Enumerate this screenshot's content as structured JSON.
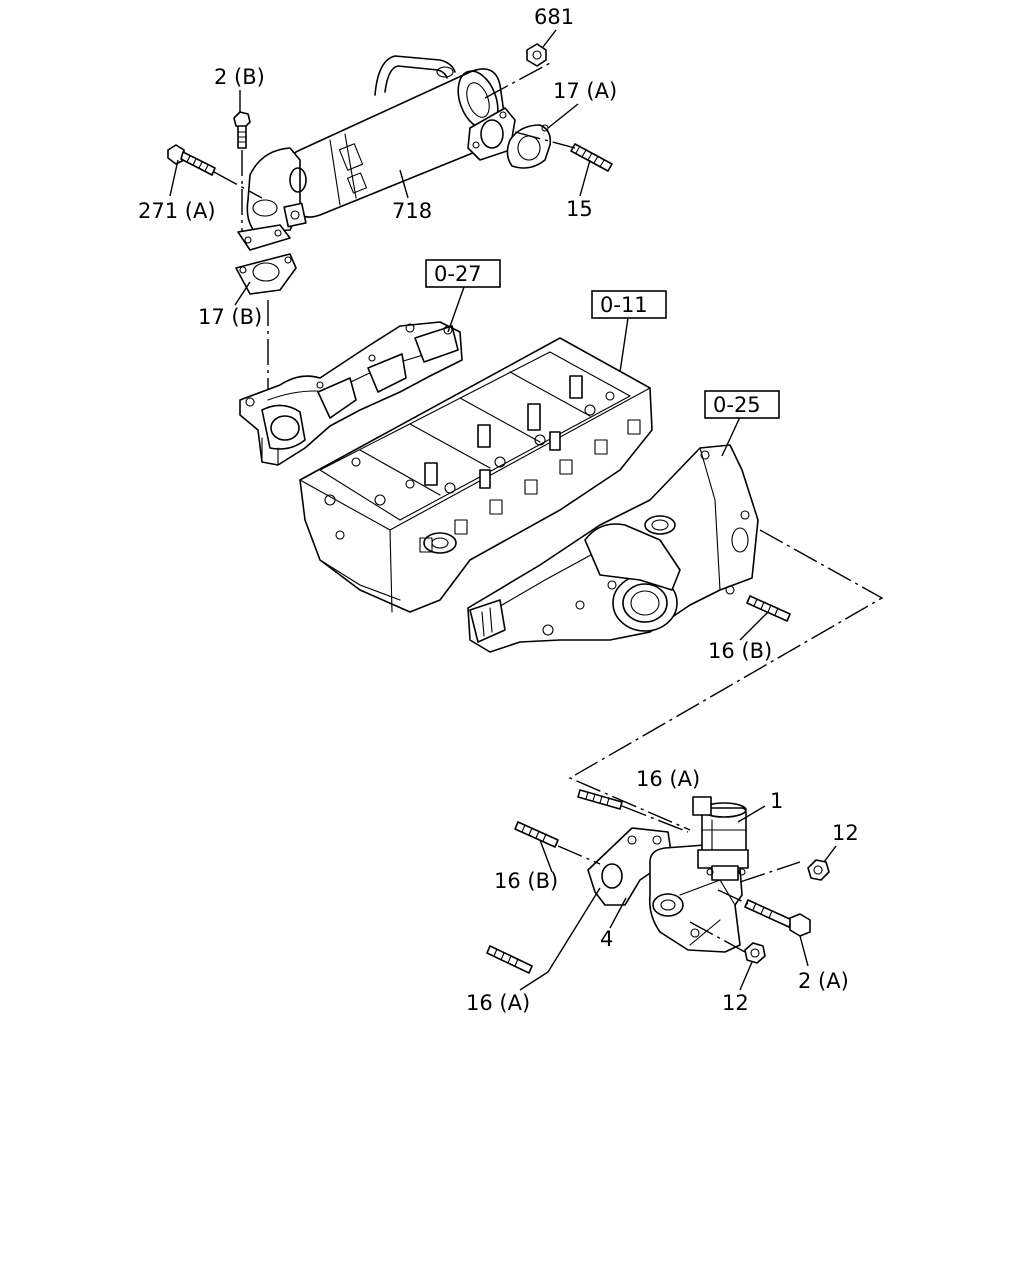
{
  "callouts": {
    "p681": "681",
    "p2b": "2 (B)",
    "p17a": "17 (A)",
    "p271a": "271 (A)",
    "p718": "718",
    "p15": "15",
    "p17b": "17 (B)",
    "p16b_top": "16 (B)",
    "p16a_top": "16 (A)",
    "p1": "1",
    "p12_right": "12",
    "p16b_left": "16 (B)",
    "p4": "4",
    "p2a": "2 (A)",
    "p12_bottom": "12",
    "p16a_bottom": "16 (A)"
  },
  "references": {
    "ref_0_27": "0-27",
    "ref_0_11": "0-11",
    "ref_0_25": "0-25"
  }
}
